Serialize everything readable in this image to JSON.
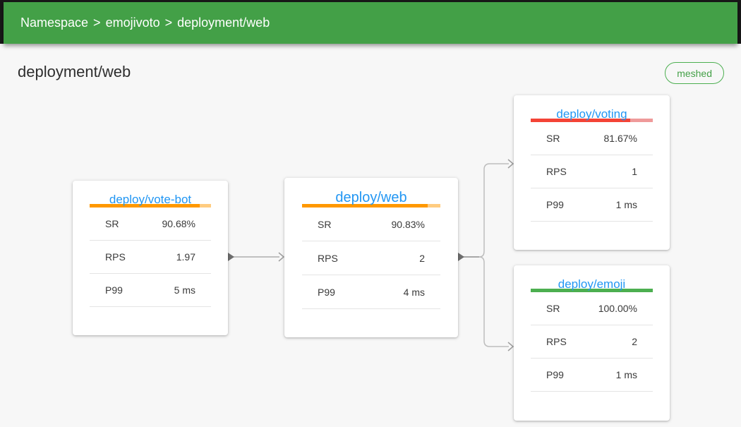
{
  "header": {
    "breadcrumb": {
      "parts": [
        "Namespace",
        "emojivoto",
        "deployment/web"
      ],
      "separator": ">"
    }
  },
  "page": {
    "title": "deployment/web",
    "badge": "meshed"
  },
  "colors": {
    "appbar_green": "#43A047",
    "node_title_blue": "#2196F3",
    "badge_green": "#4CAF50",
    "bar_orange": "#FF9800",
    "bar_orange_track": "#FFCC80",
    "bar_red": "#F44336",
    "bar_red_track": "#EF9A9A",
    "bar_green": "#4CAF50",
    "bar_green_track": "#A5D6A7"
  },
  "graph": {
    "nodes": [
      {
        "title": "deploy/vote-bot",
        "success_rate_pct": 90.68,
        "bar_color": "#FF9800",
        "bar_track_color": "#FFCC80",
        "stats": [
          {
            "label": "SR",
            "value": "90.68%"
          },
          {
            "label": "RPS",
            "value": "1.97"
          },
          {
            "label": "P99",
            "value": "5 ms"
          }
        ]
      },
      {
        "title": "deploy/web",
        "success_rate_pct": 90.83,
        "bar_color": "#FF9800",
        "bar_track_color": "#FFCC80",
        "stats": [
          {
            "label": "SR",
            "value": "90.83%"
          },
          {
            "label": "RPS",
            "value": "2"
          },
          {
            "label": "P99",
            "value": "4 ms"
          }
        ]
      },
      {
        "title": "deploy/voting",
        "success_rate_pct": 81.67,
        "bar_color": "#F44336",
        "bar_track_color": "#EF9A9A",
        "stats": [
          {
            "label": "SR",
            "value": "81.67%"
          },
          {
            "label": "RPS",
            "value": "1"
          },
          {
            "label": "P99",
            "value": "1 ms"
          }
        ]
      },
      {
        "title": "deploy/emoji",
        "success_rate_pct": 100.0,
        "bar_color": "#4CAF50",
        "bar_track_color": "#A5D6A7",
        "stats": [
          {
            "label": "SR",
            "value": "100.00%"
          },
          {
            "label": "RPS",
            "value": "2"
          },
          {
            "label": "P99",
            "value": "1 ms"
          }
        ]
      }
    ],
    "edges": [
      {
        "from": "deploy/vote-bot",
        "to": "deploy/web"
      },
      {
        "from": "deploy/web",
        "to": "deploy/voting"
      },
      {
        "from": "deploy/web",
        "to": "deploy/emoji"
      }
    ]
  }
}
